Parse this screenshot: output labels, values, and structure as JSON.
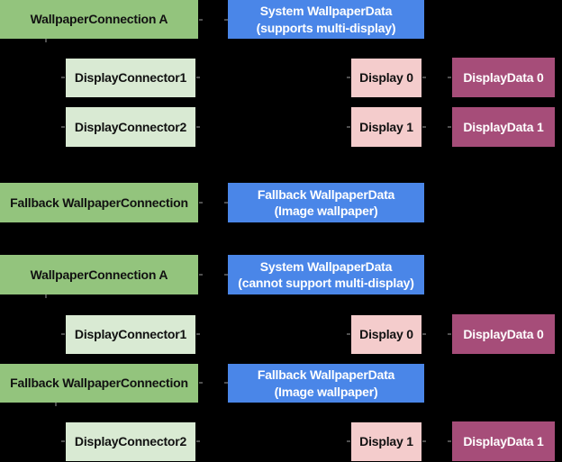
{
  "colors": {
    "background": "#000000",
    "green": "#93c47d",
    "light_green": "#d9ead3",
    "blue": "#4a86e8",
    "pink": "#f4cccc",
    "magenta": "#a64d79",
    "dark_text": "#111111",
    "light_text": "#ffffff",
    "tick": "#4f4f4f"
  },
  "boxes": {
    "wc_a_1": {
      "label": "WallpaperConnection A"
    },
    "sys_wd_1": {
      "line1": "System WallpaperData",
      "line2": "(supports multi-display)"
    },
    "dc1_1": {
      "label": "DisplayConnector1"
    },
    "disp0_1": {
      "label": "Display 0"
    },
    "dd0_1": {
      "label": "DisplayData 0"
    },
    "dc2_1": {
      "label": "DisplayConnector2"
    },
    "disp1_1": {
      "label": "Display 1"
    },
    "dd1_1": {
      "label": "DisplayData 1"
    },
    "fb_wc_1": {
      "label": "Fallback WallpaperConnection"
    },
    "fb_wd_1": {
      "line1": "Fallback WallpaperData",
      "line2": "(Image wallpaper)"
    },
    "wc_a_2": {
      "label": "WallpaperConnection A"
    },
    "sys_wd_2": {
      "line1": "System WallpaperData",
      "line2": "(cannot support multi-display)"
    },
    "dc1_2": {
      "label": "DisplayConnector1"
    },
    "disp0_2": {
      "label": "Display 0"
    },
    "dd0_2": {
      "label": "DisplayData 0"
    },
    "fb_wc_2": {
      "label": "Fallback WallpaperConnection"
    },
    "fb_wd_2": {
      "line1": "Fallback WallpaperData",
      "line2": "(Image wallpaper)"
    },
    "dc2_2": {
      "label": "DisplayConnector2"
    },
    "disp1_2": {
      "label": "Display 1"
    },
    "dd1_2": {
      "label": "DisplayData 1"
    }
  }
}
